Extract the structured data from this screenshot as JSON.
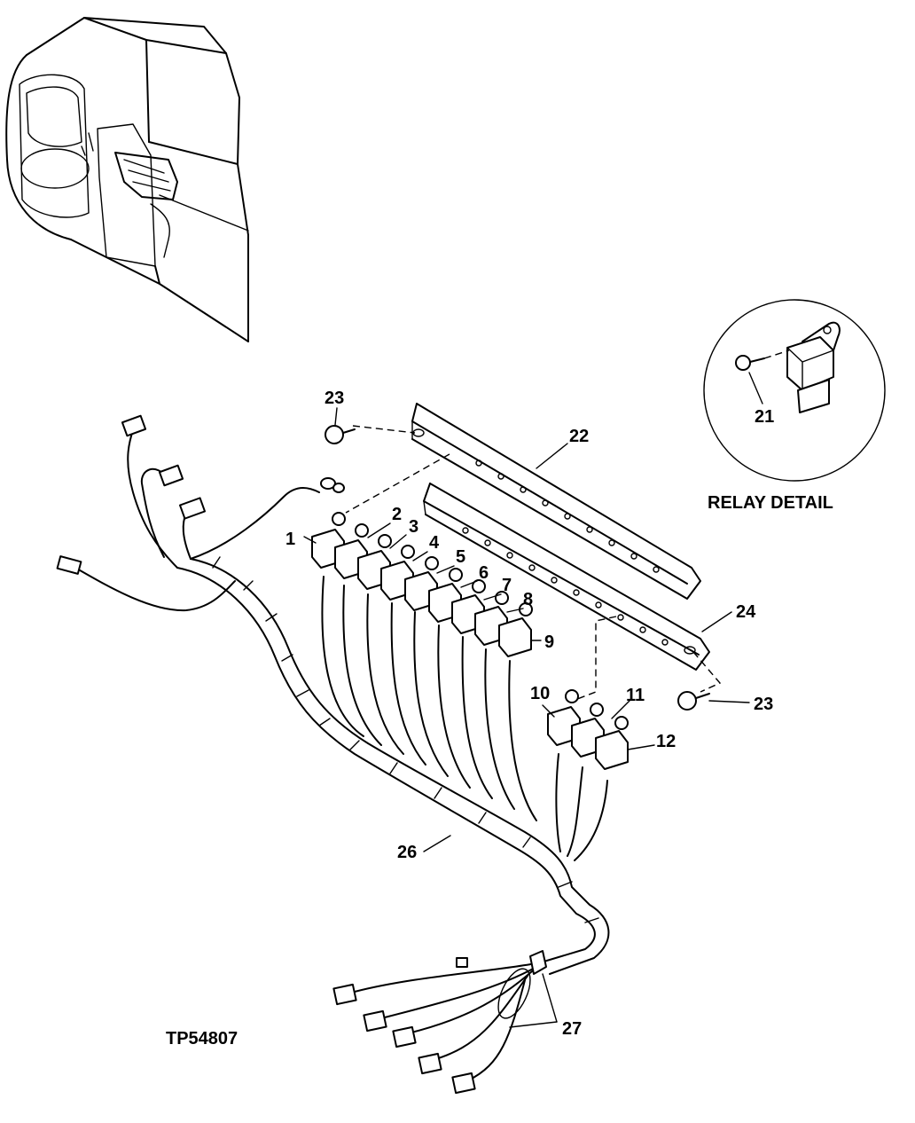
{
  "labels": {
    "l1": "1",
    "l2": "2",
    "l3": "3",
    "l4": "4",
    "l5": "5",
    "l6": "6",
    "l7": "7",
    "l8": "8",
    "l9": "9",
    "l10": "10",
    "l11": "11",
    "l12": "12",
    "l21": "21",
    "l22": "22",
    "l23a": "23",
    "l23b": "23",
    "l24": "24",
    "l26": "26",
    "l27": "27"
  },
  "relay_detail_title": "RELAY DETAIL",
  "figure_id": "TP54807"
}
